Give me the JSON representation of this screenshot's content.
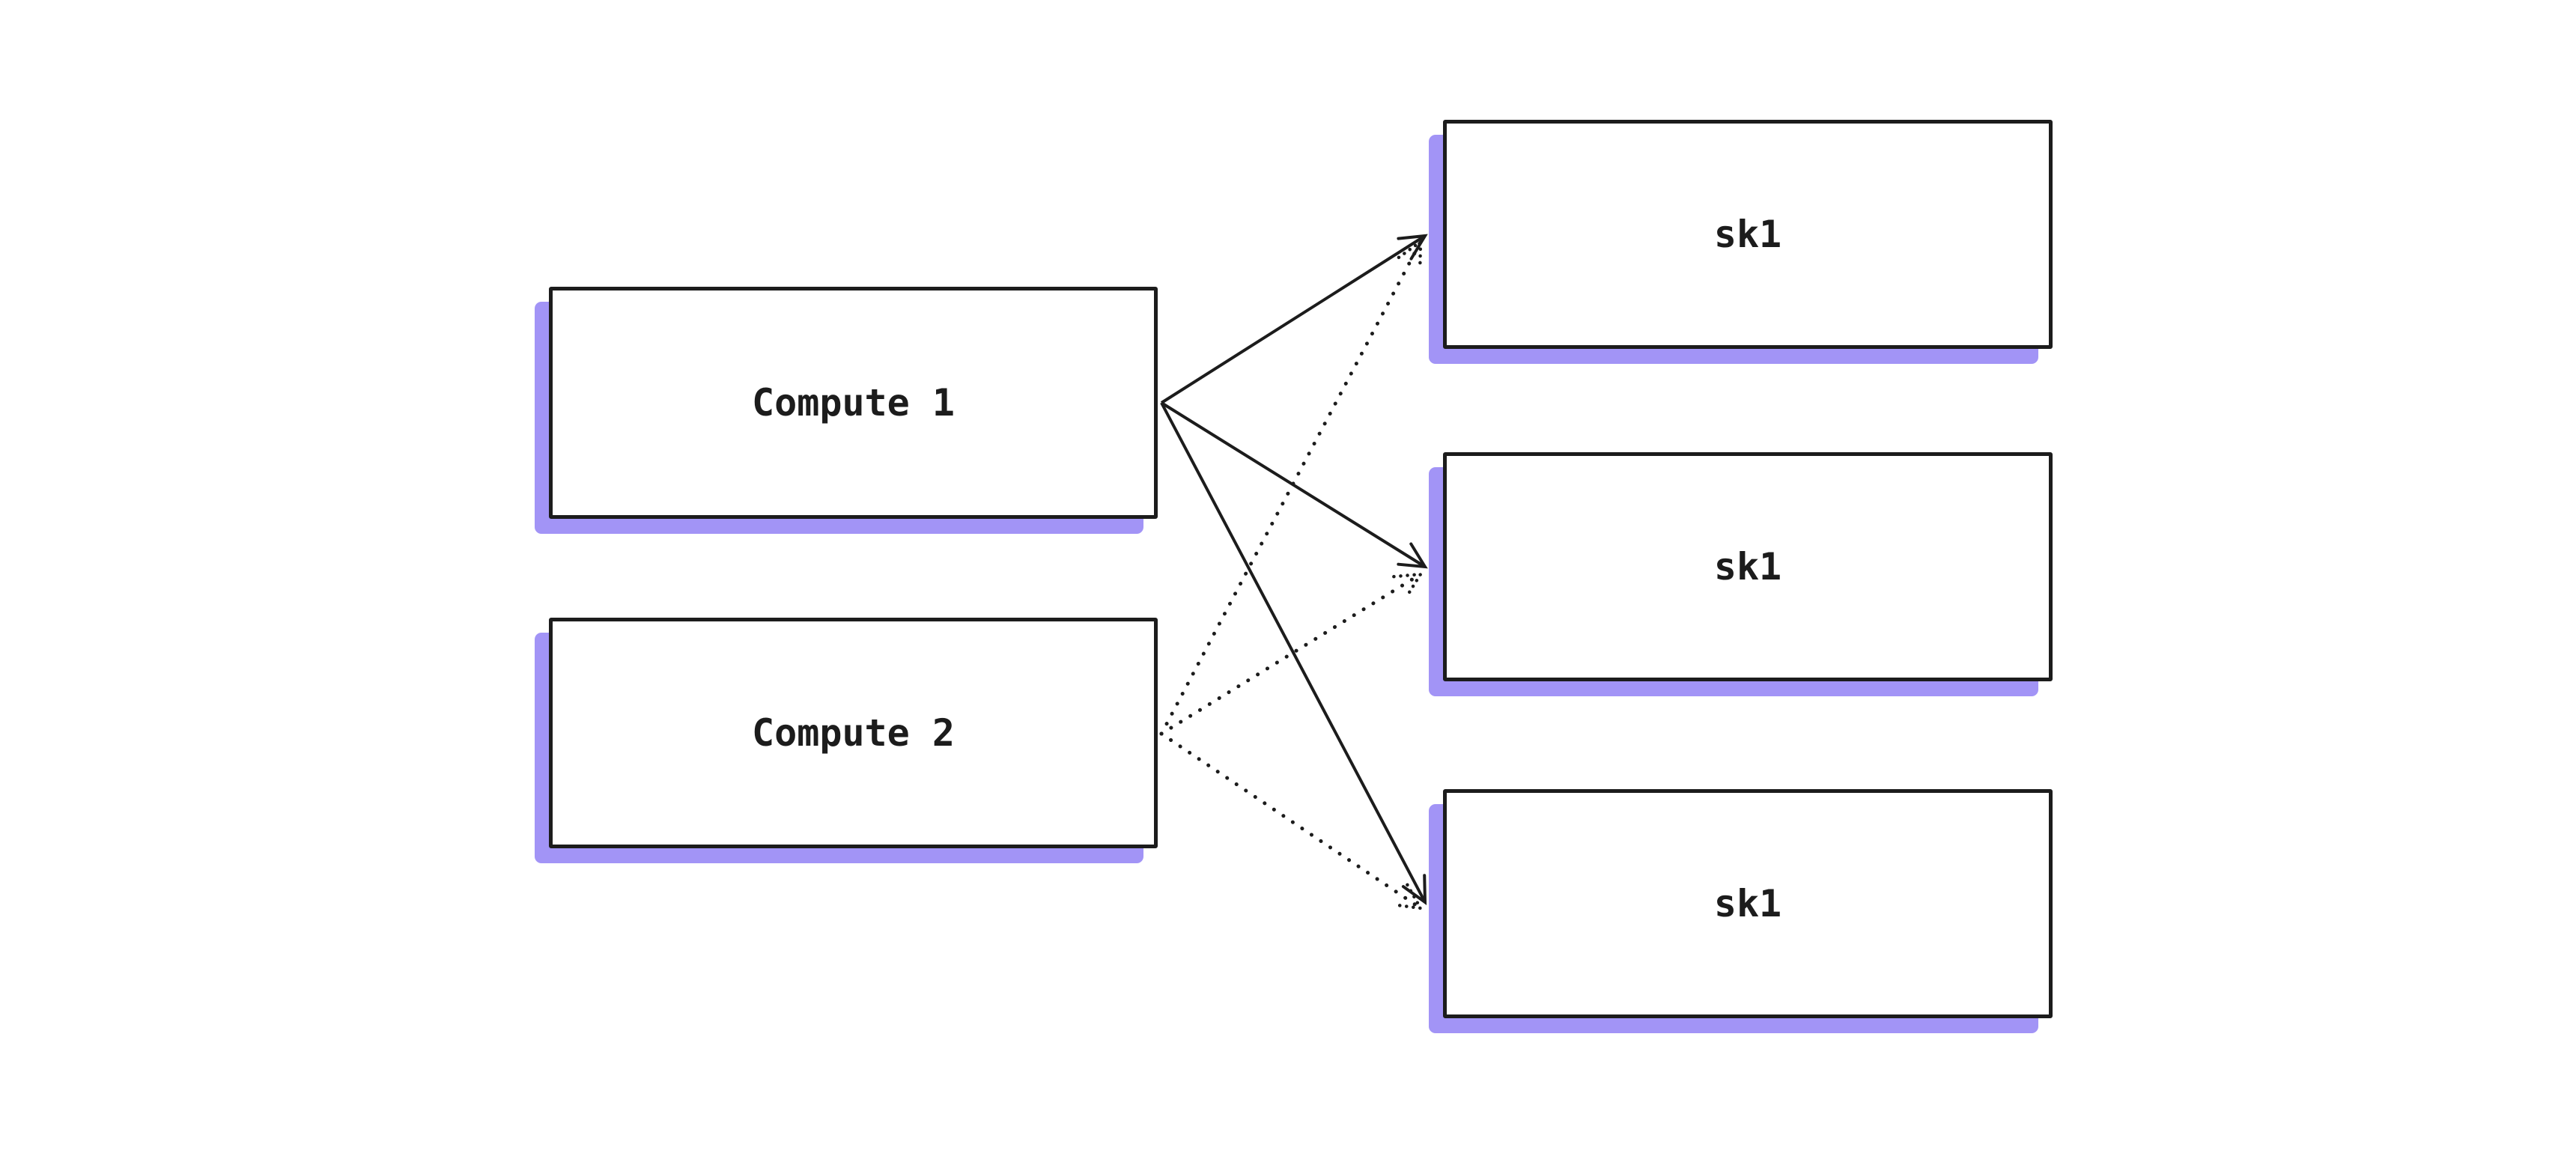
{
  "diagram": {
    "background": "#ffffff",
    "colors": {
      "box_fill": "#ffffff",
      "box_border": "#1c1c1c",
      "box_shadow": "#a294f6",
      "text": "#1c1c1c",
      "arrow": "#1c1c1c"
    },
    "nodes": {
      "compute1": {
        "label": "Compute 1"
      },
      "compute2": {
        "label": "Compute 2"
      },
      "sk1_top": {
        "label": "sk1"
      },
      "sk1_middle": {
        "label": "sk1"
      },
      "sk1_bottom": {
        "label": "sk1"
      }
    },
    "edges": [
      {
        "from": "compute1",
        "to": "sk1_top",
        "style": "solid",
        "arrowhead": true
      },
      {
        "from": "compute1",
        "to": "sk1_middle",
        "style": "solid",
        "arrowhead": true
      },
      {
        "from": "compute1",
        "to": "sk1_bottom",
        "style": "solid",
        "arrowhead": true
      },
      {
        "from": "compute2",
        "to": "sk1_top",
        "style": "dotted",
        "arrowhead": true
      },
      {
        "from": "compute2",
        "to": "sk1_middle",
        "style": "dotted",
        "arrowhead": true
      },
      {
        "from": "compute2",
        "to": "sk1_bottom",
        "style": "dotted",
        "arrowhead": true
      }
    ]
  }
}
